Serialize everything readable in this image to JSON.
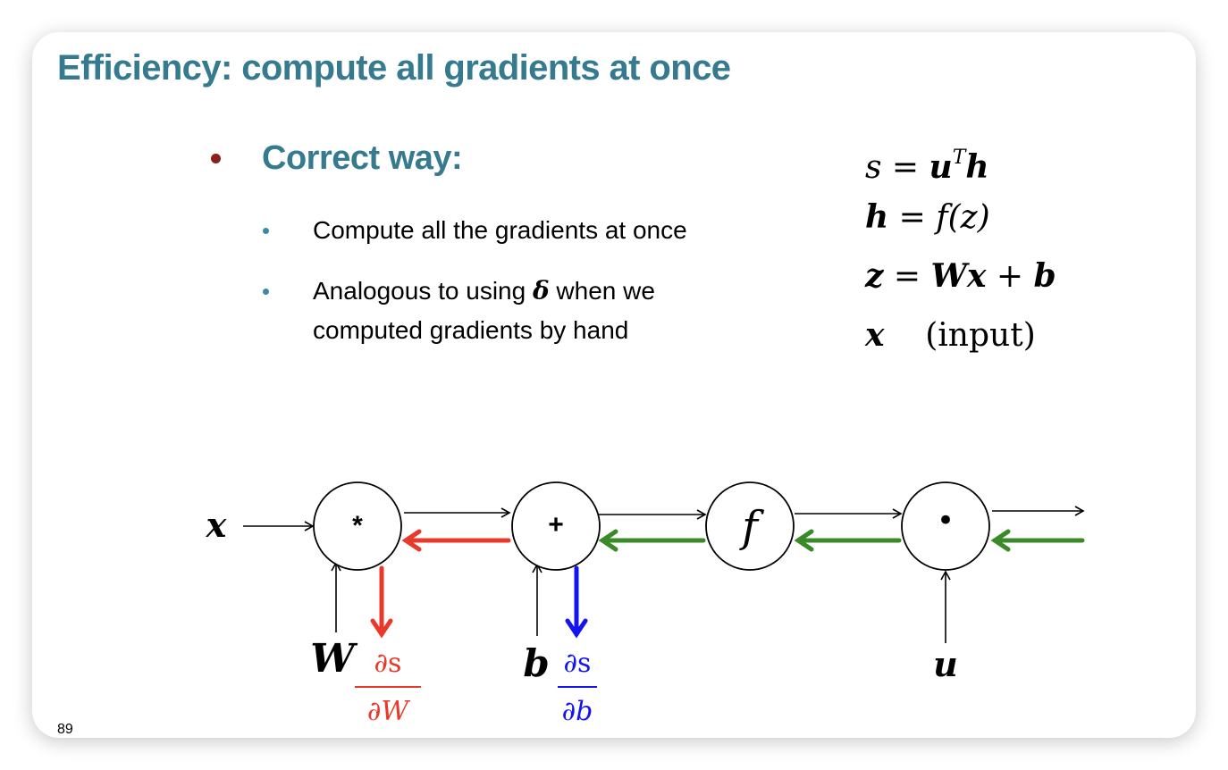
{
  "slide": {
    "title": "Efficiency: compute all gradients at once",
    "page_number": "89",
    "bullet": "Correct way:",
    "sub_bullets": [
      {
        "text": "Compute all the gradients at once"
      },
      {
        "text_before": "Analogous to using ",
        "symbol": "δ",
        "text_after": " when we computed gradients by hand"
      }
    ]
  },
  "equations": [
    {
      "lhs": "s",
      "rel": " = ",
      "rhs_parts": [
        "u",
        "T",
        "h"
      ]
    },
    {
      "lhs": "h",
      "rel": " = ",
      "rhs": "f(z)"
    },
    {
      "lhs": "z",
      "rel": " = ",
      "rhs_parts": [
        "W",
        "x",
        " + ",
        "b"
      ]
    },
    {
      "lhs": "x",
      "note": "(input)"
    }
  ],
  "diagram": {
    "nodes": [
      {
        "id": "mul",
        "label": "*"
      },
      {
        "id": "add",
        "label": "+"
      },
      {
        "id": "f",
        "label": "f"
      },
      {
        "id": "dot",
        "label": "•"
      }
    ],
    "inputs": {
      "x": "x",
      "W": "W",
      "b": "b",
      "u": "u"
    },
    "gradients": [
      {
        "num": "∂s",
        "den": "∂W",
        "color": "#e8392a"
      },
      {
        "num": "∂s",
        "den": "∂b",
        "color": "#1414f0"
      }
    ],
    "colors": {
      "forward": "#000000",
      "backward_green": "#3a8a2a",
      "backward_red": "#e8392a",
      "grad_blue": "#1414f0"
    }
  },
  "colors": {
    "title": "#357a8f",
    "main_bullet": "#8b1f1a",
    "sub_bullet": "#3a8aa3"
  }
}
